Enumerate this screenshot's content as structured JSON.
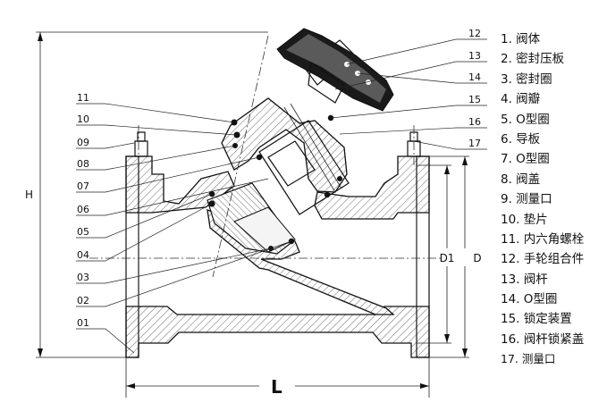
{
  "callouts": {
    "left": [
      "11",
      "10",
      "09",
      "08",
      "07",
      "06",
      "05",
      "04",
      "03",
      "02",
      "01"
    ],
    "right": [
      "12",
      "13",
      "14",
      "15",
      "16",
      "17"
    ]
  },
  "dimensions": {
    "height": "H",
    "length": "L",
    "inner_diameter": "D1",
    "outer_diameter": "D"
  },
  "parts": [
    "1. 阀体",
    "2. 密封压板",
    "3. 密封圈",
    "4. 阀瓣",
    "5. O型圈",
    "6. 导板",
    "7. O型圈",
    "8. 阀盖",
    "9. 测量口",
    "10. 垫片",
    "11. 内六角螺栓",
    "12. 手轮组合件",
    "13. 阀杆",
    "14. O型圈",
    "15. 锁定装置",
    "16. 阀杆锁紧盖",
    "17. 测量口"
  ]
}
